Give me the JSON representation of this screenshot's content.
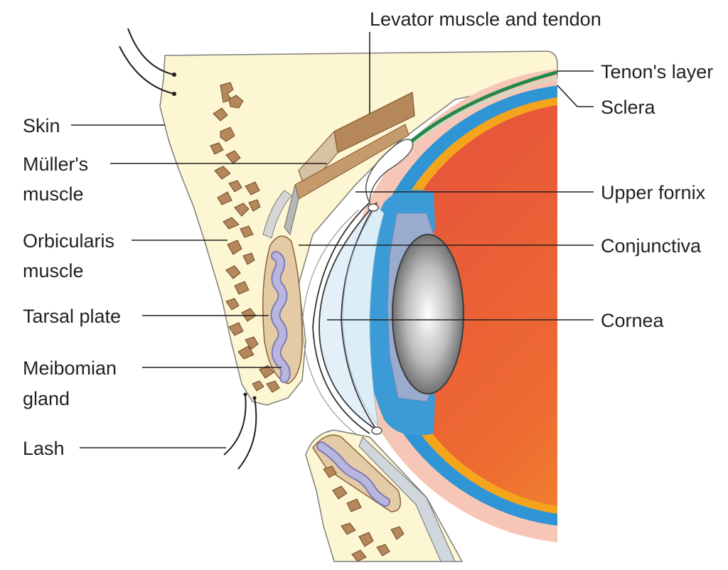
{
  "labels": {
    "levator": "Levator muscle and tendon",
    "tenon": "Tenon's layer",
    "sclera": "Sclera",
    "skin": "Skin",
    "muller_line1": "Müller's",
    "muller_line2": "muscle",
    "orbicularis_line1": "Orbicularis",
    "orbicularis_line2": "muscle",
    "upper_fornix": "Upper fornix",
    "conjunctiva": "Conjunctiva",
    "tarsal_plate": "Tarsal plate",
    "cornea": "Cornea",
    "meibomian_line1": "Meibomian",
    "meibomian_line2": "gland",
    "lash": "Lash"
  },
  "colors": {
    "skin": "#fdf6d2",
    "muscle": "#b5875a",
    "muscle_dark": "#8c6239",
    "tarsal": "#e3cba5",
    "gland": "#b8b6dd",
    "sclera": "#f6c7b6",
    "tenon": "#22894d",
    "choroid": "#2f95d4",
    "retina": "#f4a51c",
    "lens": "#a0a0a0",
    "conjunctiva": "#c8d2da",
    "cornea": "#e3f0f8"
  }
}
